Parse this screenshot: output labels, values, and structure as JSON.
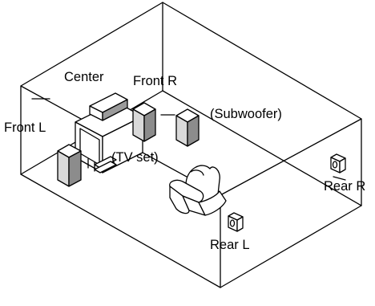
{
  "labels": {
    "center": "Center",
    "front_r": "Front R",
    "front_l": "Front L",
    "subwoofer": "(Subwoofer)",
    "tv_set": "(TV set)",
    "rear_r": "Rear R",
    "rear_l": "Rear L"
  },
  "colors": {
    "line": "#000000",
    "speaker_face": "#d9d9d9",
    "speaker_side": "#8c8c8c",
    "background": "#ffffff"
  }
}
